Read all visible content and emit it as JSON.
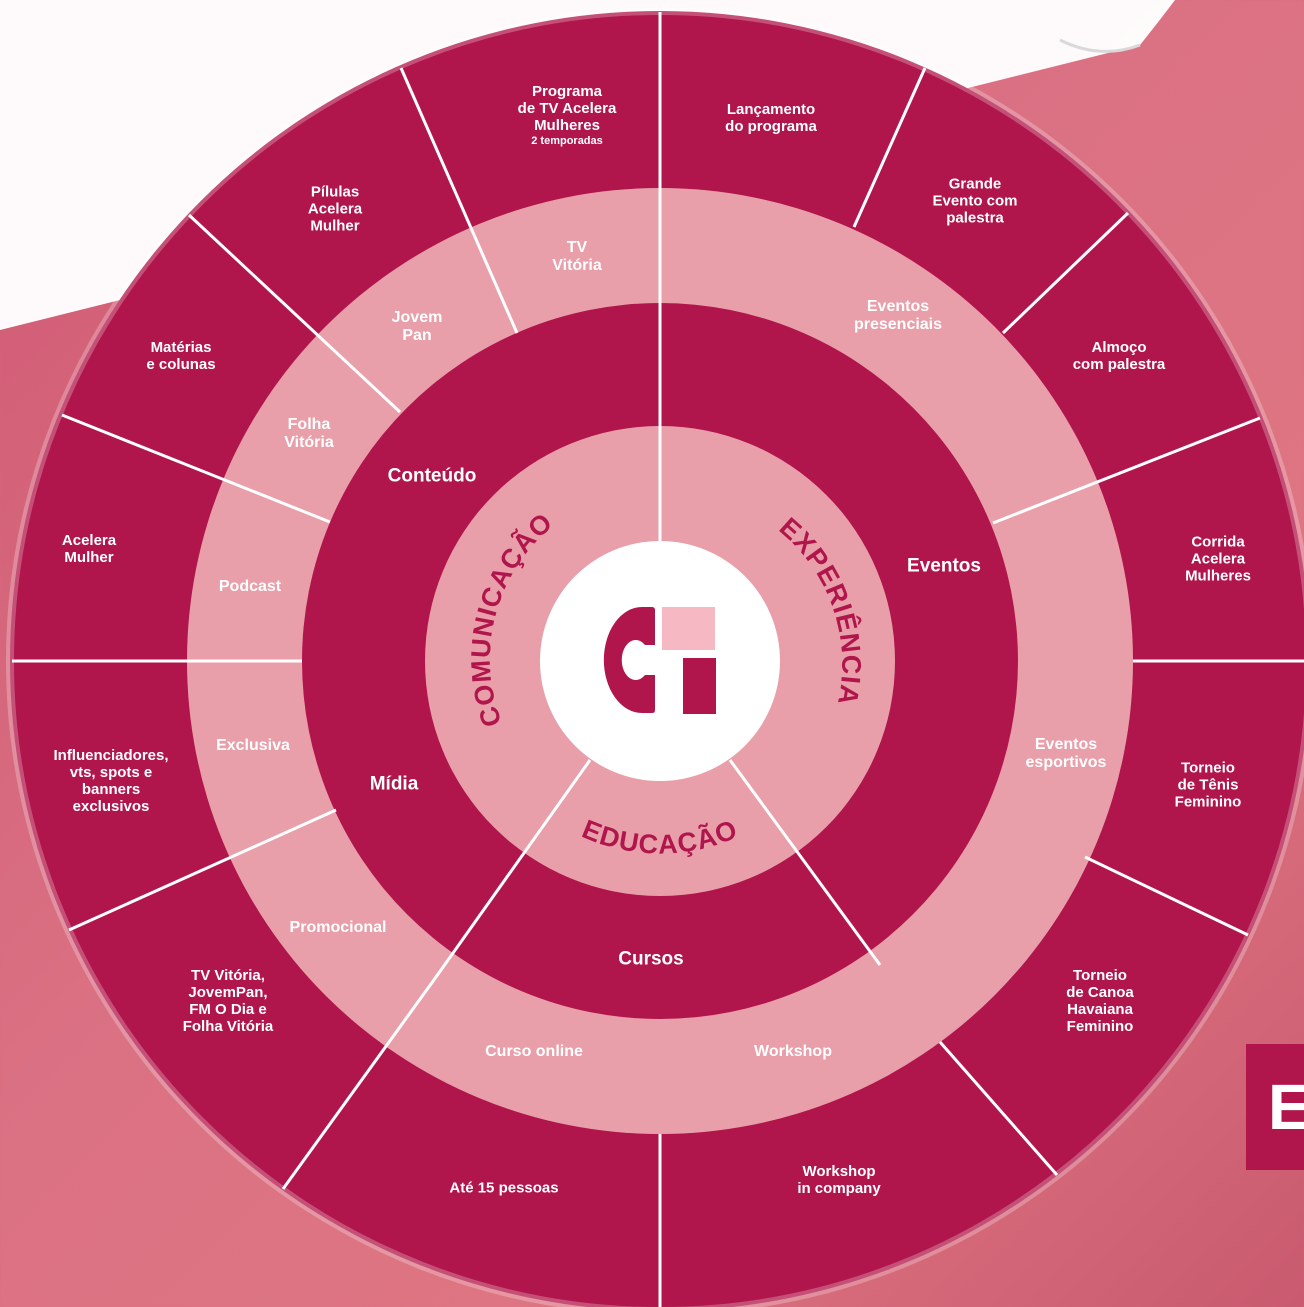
{
  "colors": {
    "outer": "#b0164b",
    "ring_light": "#e99faa",
    "center_text": "#b0164b",
    "logo_accent": "#f6b9c4",
    "divider": "#ffffff"
  },
  "inner_ring": {
    "comunicacao": "COMUNICAÇÃO",
    "experiencia": "EXPERIÊNCIA",
    "educacao": "EDUCAÇÃO"
  },
  "middle_ring": {
    "conteudo": "Conteúdo",
    "eventos": "Eventos",
    "midia": "Mídia",
    "cursos": "Cursos"
  },
  "channel_ring": {
    "tv_vitoria": "TV\nVitória",
    "jovem_pan": "Jovem\nPan",
    "folha_vitoria": "Folha\nVitória",
    "podcast": "Podcast",
    "exclusiva": "Exclusiva",
    "promocional": "Promocional",
    "curso_online": "Curso online",
    "workshop": "Workshop",
    "eventos_esportivos": "Eventos\nesportivos",
    "eventos_presenciais": "Eventos\npresenciais"
  },
  "outer_ring": {
    "programa_tv": "Programa\nde TV Acelera\nMulheres",
    "programa_tv_sub": "2 temporadas",
    "lancamento": "Lançamento\ndo programa",
    "grande_evento": "Grande\nEvento com\npalestra",
    "almoco": "Almoço\ncom palestra",
    "corrida": "Corrida\nAcelera\nMulheres",
    "torneio_tenis": "Torneio\nde Tênis\nFeminino",
    "torneio_canoa": "Torneio\nde Canoa\nHavaiana\nFeminino",
    "workshop_company": "Workshop\nin company",
    "ate_15": "Até 15 pessoas",
    "tv_vitoria_jovempan": "TV Vitória,\nJovemPan,\nFM O Dia e\nFolha Vitória",
    "influenciadores": "Influenciadores,\nvts, spots e\nbanners\nexclusivos",
    "acelera_mulher": "Acelera\nMulher",
    "materias": "Matérias\ne colunas",
    "pilulas": "Pílulas\nAcelera\nMulher"
  },
  "corner_badge": "E"
}
